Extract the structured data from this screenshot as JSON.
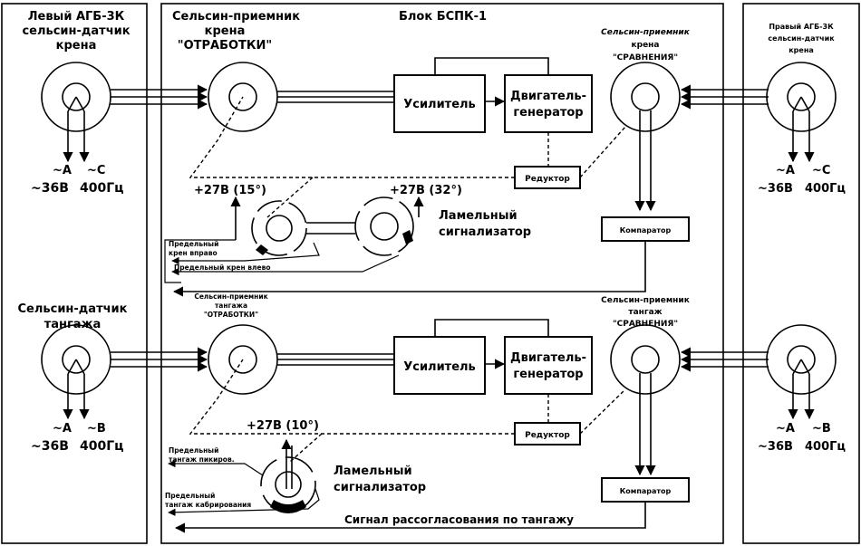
{
  "left_panel": {
    "roll_title": [
      "Левый АГБ-3К",
      "сельсин-датчик",
      "крена"
    ],
    "roll_phase_a": "~A",
    "roll_phase_c": "~C",
    "roll_voltage": "~36В",
    "roll_freq": "400Гц",
    "pitch_title": [
      "Сельсин-датчик",
      "тангажа"
    ],
    "pitch_phase_a": "~A",
    "pitch_phase_b": "~B",
    "pitch_voltage": "~36В",
    "pitch_freq": "400Гц"
  },
  "center": {
    "block_title": "Блок БСПК-1",
    "roll_receiver_work": [
      "Сельсин-приемник",
      "крена",
      "\"ОТРАБОТКИ\""
    ],
    "roll_receiver_compare": [
      "Сельсин-приемник",
      "крена",
      "\"СРАВНЕНИЯ\""
    ],
    "amplifier_top": "Усилитель",
    "motor_top": [
      "Двигатель-",
      "генератор"
    ],
    "reducer_top": "Редуктор",
    "comparator_top": "Компаратор",
    "plus27_15": "+27В (15°)",
    "plus27_32": "+27В (32°)",
    "lamella_top": [
      "Ламельный",
      "сигнализатор"
    ],
    "limit_right": [
      "Предельный",
      "крен вправо"
    ],
    "limit_left": "Предельный крен влево",
    "pitch_receiver_work": [
      "Сельсин-приемник",
      "тангажа",
      "\"ОТРАБОТКИ\""
    ],
    "pitch_receiver_compare": [
      "Сельсин-приемник",
      "тангаж",
      "\"СРАВНЕНИЯ\""
    ],
    "amplifier_bottom": "Усилитель",
    "motor_bottom": [
      "Двигатель-",
      "генератор"
    ],
    "reducer_bottom": "Редуктор",
    "comparator_bottom": "Компаратор",
    "plus27_10": "+27В (10°)",
    "lamella_bottom": [
      "Ламельный",
      "сигнализатор"
    ],
    "limit_dive": [
      "Предельный",
      "тангаж пикиров."
    ],
    "limit_climb": [
      "Предельный",
      "тангаж кабрирования"
    ],
    "mismatch_signal": "Сигнал рассогласования по тангажу"
  },
  "right_panel": {
    "roll_title": [
      "Правый АГБ-3К",
      "сельсин-датчик",
      "крена"
    ],
    "roll_phase_a": "~A",
    "roll_phase_c": "~C",
    "roll_voltage": "~36В",
    "roll_freq": "400Гц",
    "pitch_phase_a": "~A",
    "pitch_phase_b": "~B",
    "pitch_voltage": "~36В",
    "pitch_freq": "400Гц"
  }
}
